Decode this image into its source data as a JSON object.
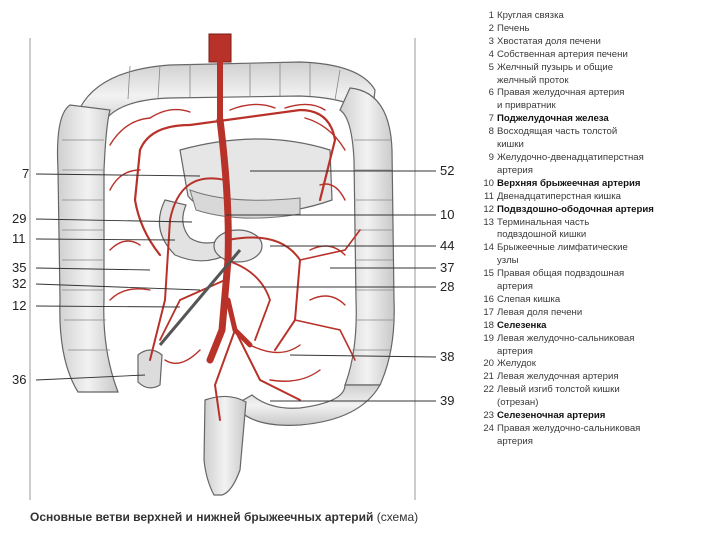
{
  "callouts": [
    {
      "id": "c7",
      "text": "7"
    },
    {
      "id": "c29",
      "text": "29"
    },
    {
      "id": "c11",
      "text": "11"
    },
    {
      "id": "c35",
      "text": "35"
    },
    {
      "id": "c32",
      "text": "32"
    },
    {
      "id": "c12",
      "text": "12"
    },
    {
      "id": "c36",
      "text": "36"
    },
    {
      "id": "c52",
      "text": "52"
    },
    {
      "id": "c10",
      "text": "10"
    },
    {
      "id": "c44",
      "text": "44"
    },
    {
      "id": "c37",
      "text": "37"
    },
    {
      "id": "c28",
      "text": "28"
    },
    {
      "id": "c38",
      "text": "38"
    },
    {
      "id": "c39",
      "text": "39"
    }
  ],
  "legend": [
    {
      "num": "1",
      "text": "Круглая связка",
      "bold": false
    },
    {
      "num": "2",
      "text": "Печень",
      "bold": false
    },
    {
      "num": "3",
      "text": "Хвостатая доля печени",
      "bold": false
    },
    {
      "num": "4",
      "text": "Собственная артерия печени",
      "bold": false
    },
    {
      "num": "5",
      "text": "Желчный пузырь и общие",
      "bold": false
    },
    {
      "num": "",
      "text": "желчный проток",
      "bold": false
    },
    {
      "num": "6",
      "text": "Правая желудочная артерия",
      "bold": false
    },
    {
      "num": "",
      "text": "и привратник",
      "bold": false
    },
    {
      "num": "7",
      "text": "Поджелудочная железа",
      "bold": true
    },
    {
      "num": "8",
      "text": "Восходящая часть толстой",
      "bold": false
    },
    {
      "num": "",
      "text": "кишки",
      "bold": false
    },
    {
      "num": "9",
      "text": "Желудочно-двенадцатиперстная",
      "bold": false
    },
    {
      "num": "",
      "text": "артерия",
      "bold": false
    },
    {
      "num": "10",
      "text": "Верхняя брыжеечная артерия",
      "bold": true
    },
    {
      "num": "11",
      "text": "Двенадцатиперстная кишка",
      "bold": false
    },
    {
      "num": "12",
      "text": "Подвздошно-ободочная артерия",
      "bold": true
    },
    {
      "num": "13",
      "text": "Терминальная часть",
      "bold": false
    },
    {
      "num": "",
      "text": "подвздошной кишки",
      "bold": false
    },
    {
      "num": "14",
      "text": "Брыжеечные лимфатические",
      "bold": false
    },
    {
      "num": "",
      "text": "узлы",
      "bold": false
    },
    {
      "num": "15",
      "text": "Правая общая подвздошная",
      "bold": false
    },
    {
      "num": "",
      "text": "артерия",
      "bold": false
    },
    {
      "num": "16",
      "text": "Слепая кишка",
      "bold": false
    },
    {
      "num": "17",
      "text": "Левая доля печени",
      "bold": false
    },
    {
      "num": "18",
      "text": "Селезенка",
      "bold": true
    },
    {
      "num": "19",
      "text": "Левая желудочно-сальниковая",
      "bold": false
    },
    {
      "num": "",
      "text": "артерия",
      "bold": false
    },
    {
      "num": "20",
      "text": "Желудок",
      "bold": false
    },
    {
      "num": "21",
      "text": "Левая желудочная артерия",
      "bold": false
    },
    {
      "num": "22",
      "text": "Левый изгиб толстой кишки",
      "bold": false
    },
    {
      "num": "",
      "text": "(отрезан)",
      "bold": false
    },
    {
      "num": "23",
      "text": "Селезеночная артерия",
      "bold": true
    },
    {
      "num": "24",
      "text": "Правая желудочно-сальниковая",
      "bold": false
    },
    {
      "num": "",
      "text": "артерия",
      "bold": false
    }
  ],
  "caption": {
    "bold": "Основные ветви верхней и нижней брыжеечных артерий",
    "normal": " (схема)"
  },
  "colors": {
    "artery": "#b8322a",
    "organ_fill": "#e4e4e4",
    "organ_stroke": "#666666",
    "leader": "#333333"
  }
}
